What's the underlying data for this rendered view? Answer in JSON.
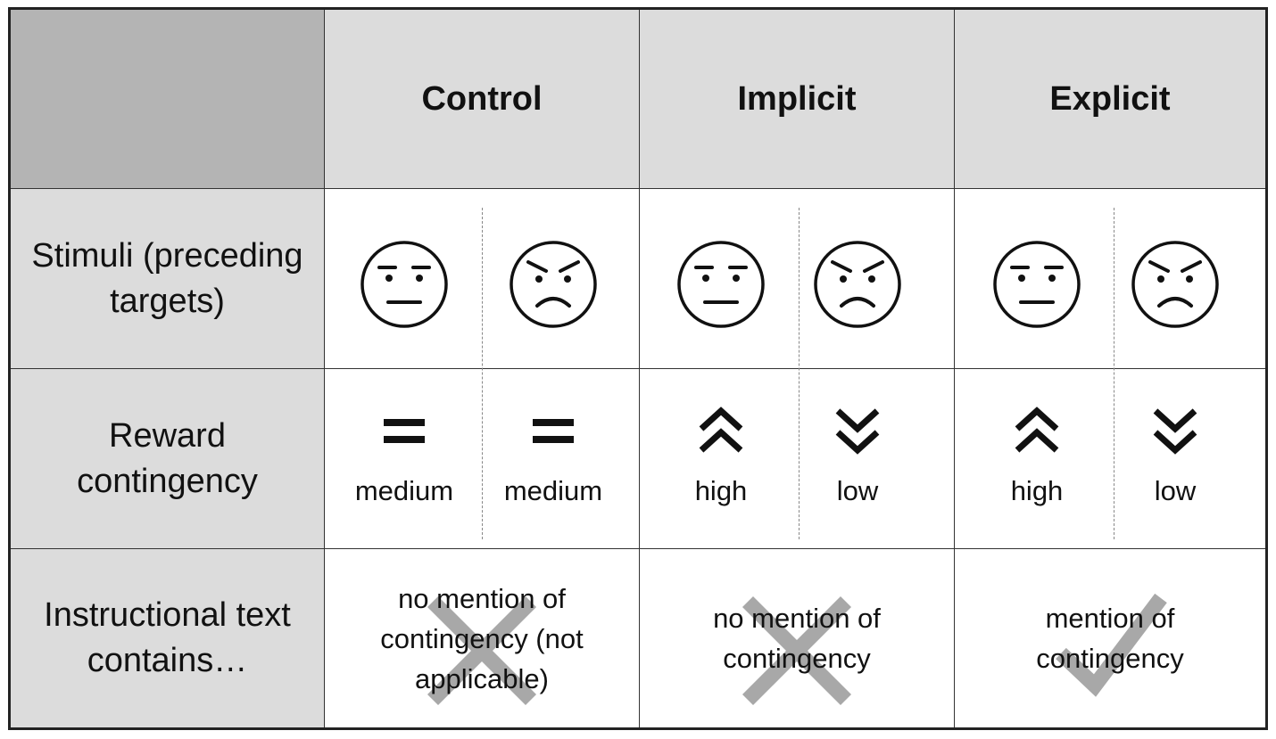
{
  "header": {
    "corner": "",
    "columns": [
      "Control",
      "Implicit",
      "Explicit"
    ]
  },
  "rows": {
    "stimuli": "Stimuli (preceding targets)",
    "reward": "Reward contingency",
    "instructional": "Instructional text contains…"
  },
  "stimuli": [
    {
      "face": "neutral-face-icon"
    },
    {
      "face": "angry-face-icon"
    },
    {
      "face": "neutral-face-icon"
    },
    {
      "face": "angry-face-icon"
    },
    {
      "face": "neutral-face-icon"
    },
    {
      "face": "angry-face-icon"
    }
  ],
  "reward": [
    {
      "icon": "equals-icon",
      "level": "medium"
    },
    {
      "icon": "equals-icon",
      "level": "medium"
    },
    {
      "icon": "double-chevron-up-icon",
      "level": "high"
    },
    {
      "icon": "double-chevron-down-icon",
      "level": "low"
    },
    {
      "icon": "double-chevron-up-icon",
      "level": "high"
    },
    {
      "icon": "double-chevron-down-icon",
      "level": "low"
    }
  ],
  "instructional": [
    {
      "text": "no mention of contingency (not applicable)",
      "mark": "cross-icon"
    },
    {
      "text": "no mention of contingency",
      "mark": "cross-icon"
    },
    {
      "text": "mention of contingency",
      "mark": "checkmark-icon"
    }
  ],
  "colors": {
    "corner": "#b4b4b4",
    "header": "#dcdcdc",
    "mark": "#a8a8a8"
  }
}
